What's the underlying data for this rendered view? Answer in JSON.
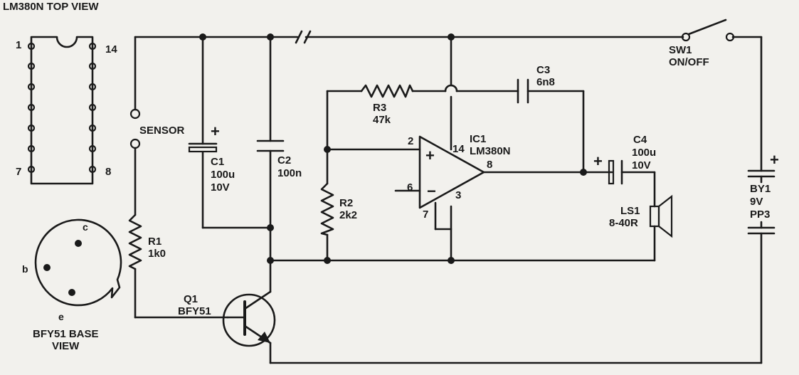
{
  "ic_pinout": {
    "title": "LM380N TOP VIEW",
    "pin_tl": "1",
    "pin_tr": "14",
    "pin_bl": "7",
    "pin_br": "8"
  },
  "transistor_base": {
    "title_line1": "BFY51 BASE",
    "title_line2": "VIEW",
    "pin_c": "c",
    "pin_b": "b",
    "pin_e": "e"
  },
  "sensor": {
    "label": "SENSOR"
  },
  "components": {
    "r1": {
      "ref": "R1",
      "value": "1k0"
    },
    "c1": {
      "ref": "C1",
      "value": "100u",
      "rating": "10V"
    },
    "c2": {
      "ref": "C2",
      "value": "100n"
    },
    "r2": {
      "ref": "R2",
      "value": "2k2"
    },
    "r3": {
      "ref": "R3",
      "value": "47k"
    },
    "c3": {
      "ref": "C3",
      "value": "6n8"
    },
    "ic1": {
      "ref": "IC1",
      "value": "LM380N",
      "pin2": "2",
      "pin6": "6",
      "pin3": "3",
      "pin7": "7",
      "pin14": "14",
      "pin8": "8"
    },
    "c4": {
      "ref": "C4",
      "value": "100u",
      "rating": "10V"
    },
    "ls1": {
      "ref": "LS1",
      "value": "8-40R"
    },
    "sw1": {
      "ref": "SW1",
      "value": "ON/OFF"
    },
    "by1": {
      "ref": "BY1",
      "value": "9V",
      "type": "PP3"
    },
    "q1": {
      "ref": "Q1",
      "value": "BFY51"
    }
  },
  "signs": {
    "plus": "+",
    "minus": "−"
  }
}
